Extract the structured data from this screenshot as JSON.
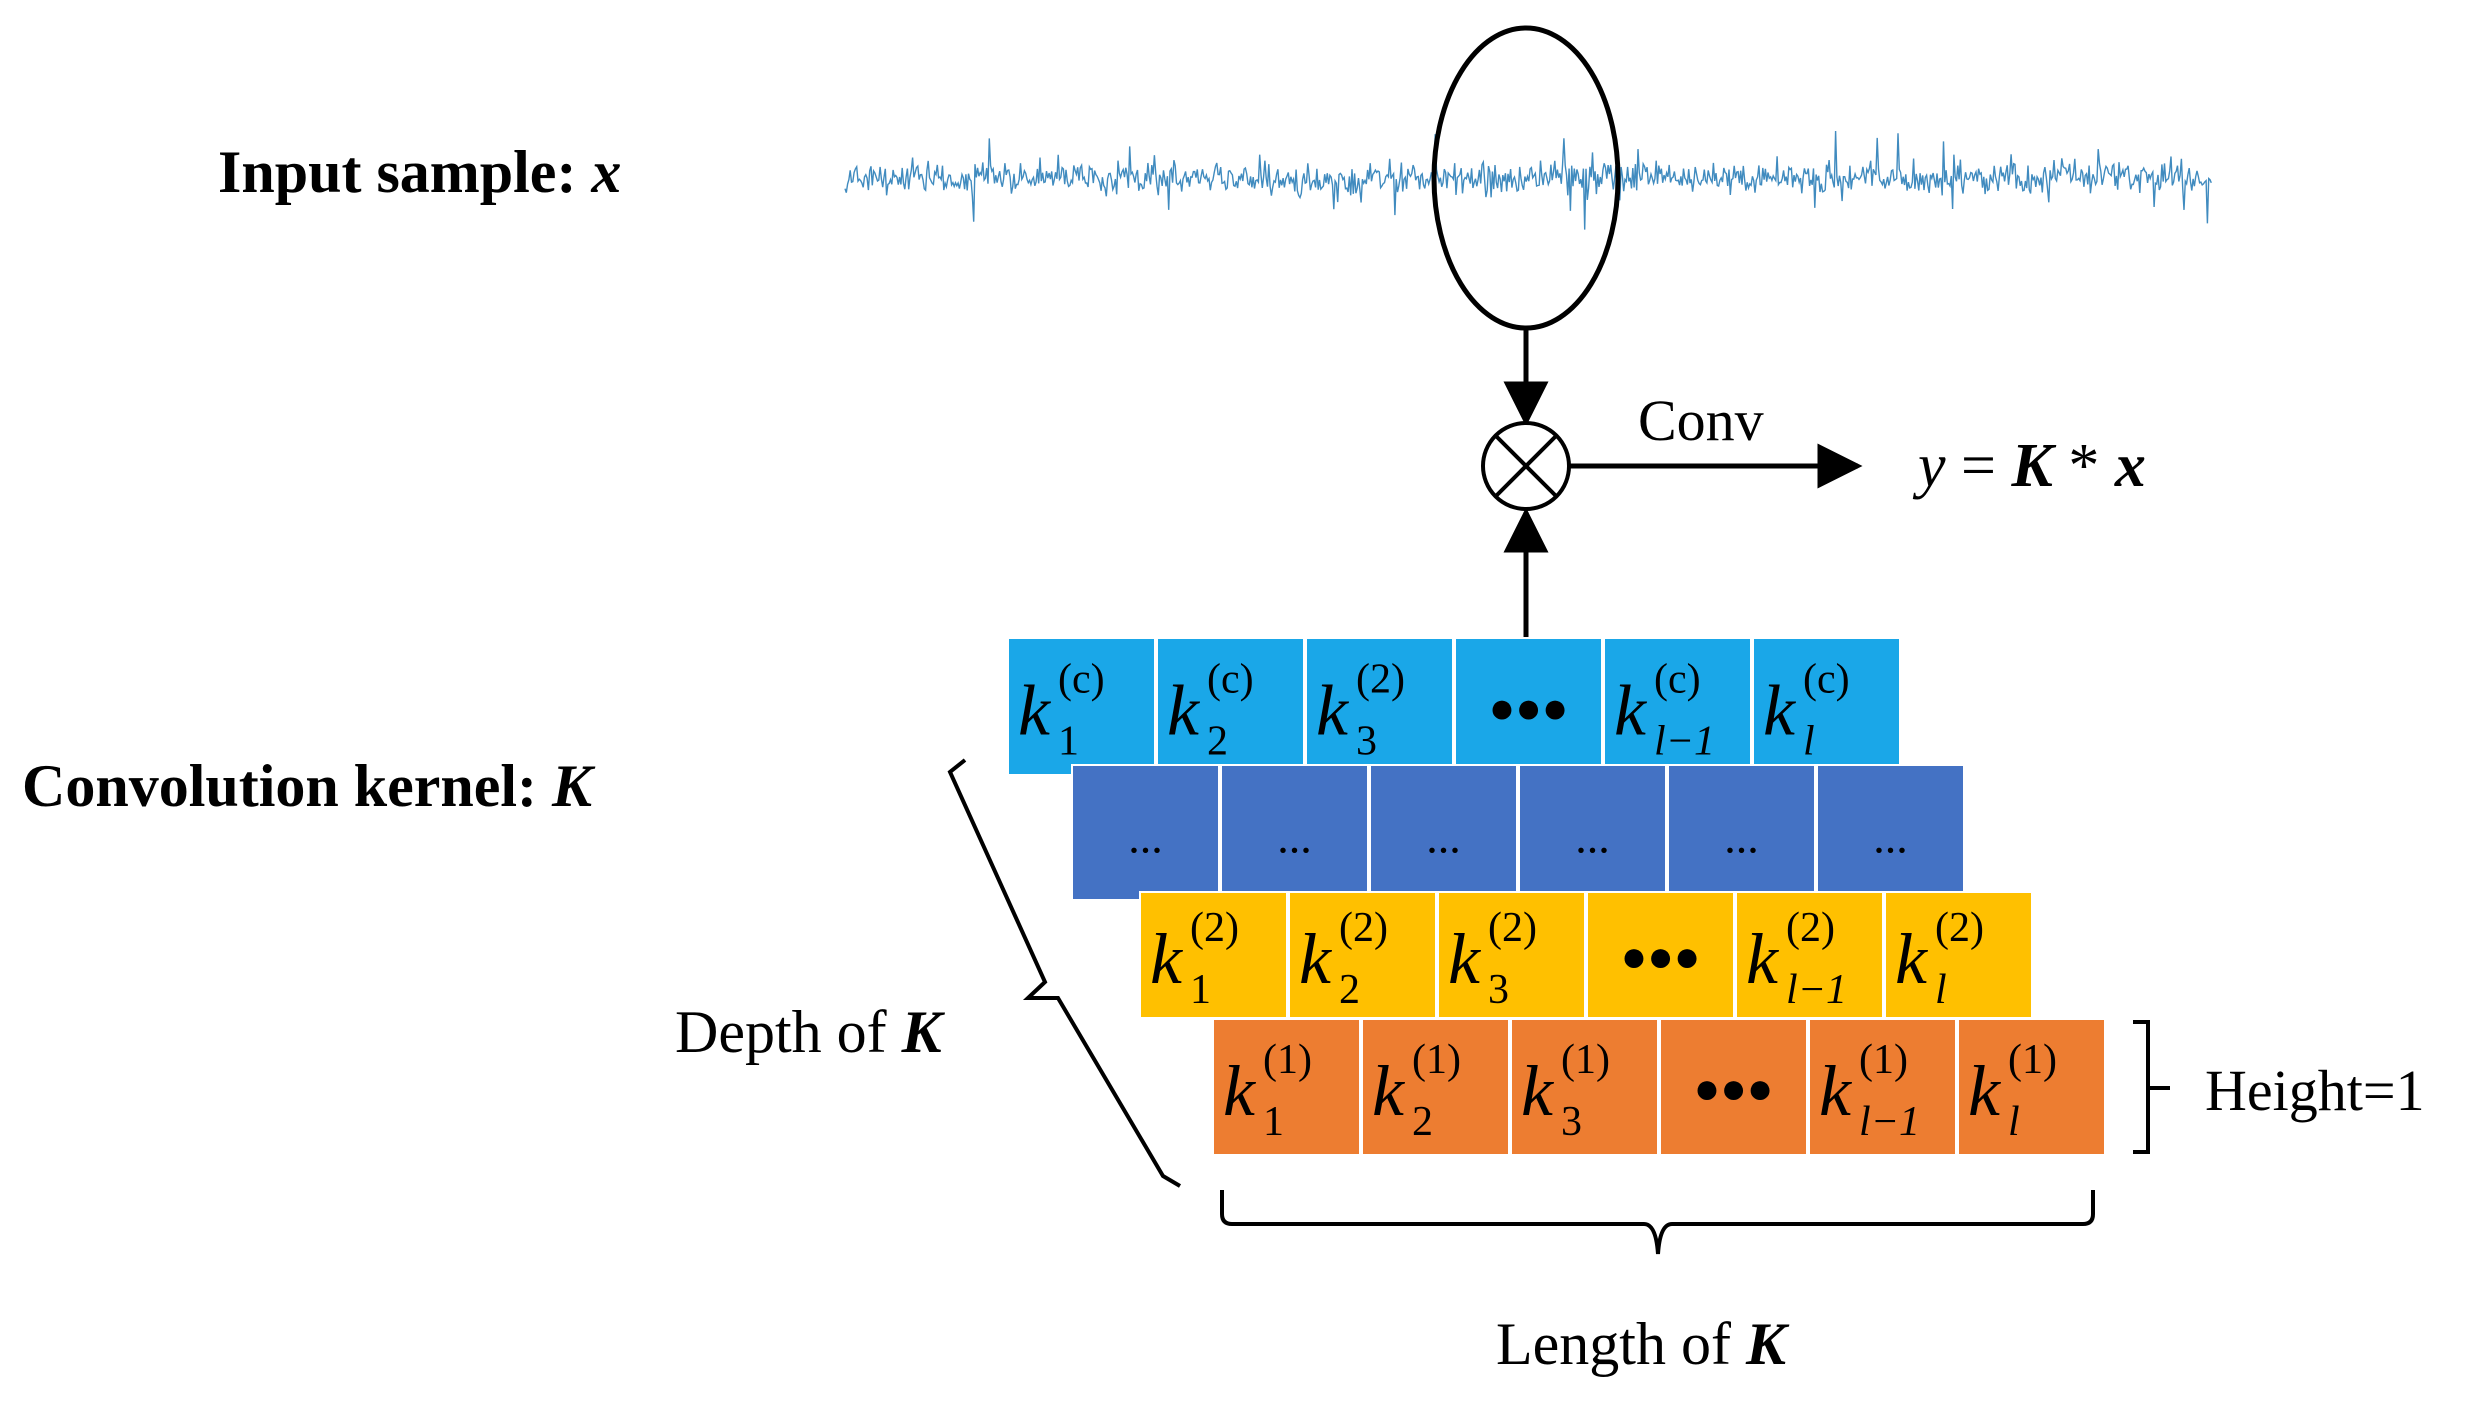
{
  "labels": {
    "input_sample": "Input sample: ",
    "input_var": "x",
    "conv_kernel": "Convolution kernel: ",
    "kernel_var": "K",
    "conv": "Conv",
    "output_y": "y",
    "output_eq": " = ",
    "output_K": "K",
    "output_star": " * ",
    "output_x": "x",
    "depth_prefix": "Depth of ",
    "depth_var": "K",
    "length_prefix": "Length of ",
    "length_var": "K",
    "height": "Height=1"
  },
  "kernel_layers": [
    {
      "name": "layer-c",
      "color": "#1aa7e8",
      "cells": [
        {
          "base": "k",
          "sub": "1",
          "sup": "(c)"
        },
        {
          "base": "k",
          "sub": "2",
          "sup": "(c)"
        },
        {
          "base": "k",
          "sub": "3",
          "sup": "(2)"
        },
        {
          "dots": "●●●"
        },
        {
          "base": "k",
          "sub": "l−1",
          "sup": "(c)"
        },
        {
          "base": "k",
          "sub": "l",
          "sup": "(c)"
        }
      ]
    },
    {
      "name": "layer-mid",
      "color": "#4472c4",
      "cells": [
        {
          "ellipsis": "..."
        },
        {
          "ellipsis": "..."
        },
        {
          "ellipsis": "..."
        },
        {
          "ellipsis": "..."
        },
        {
          "ellipsis": "..."
        },
        {
          "ellipsis": "..."
        }
      ]
    },
    {
      "name": "layer-2",
      "color": "#ffc000",
      "cells": [
        {
          "base": "k",
          "sub": "1",
          "sup": "(2)"
        },
        {
          "base": "k",
          "sub": "2",
          "sup": "(2)"
        },
        {
          "base": "k",
          "sub": "3",
          "sup": "(2)"
        },
        {
          "dots": "●●●"
        },
        {
          "base": "k",
          "sub": "l−1",
          "sup": "(2)"
        },
        {
          "base": "k",
          "sub": "l",
          "sup": "(2)"
        }
      ]
    },
    {
      "name": "layer-1",
      "color": "#ed7d31",
      "cells": [
        {
          "base": "k",
          "sub": "1",
          "sup": "(1)"
        },
        {
          "base": "k",
          "sub": "2",
          "sup": "(1)"
        },
        {
          "base": "k",
          "sub": "3",
          "sup": "(1)"
        },
        {
          "dots": "●●●"
        },
        {
          "base": "k",
          "sub": "l−1",
          "sup": "(1)"
        },
        {
          "base": "k",
          "sub": "l",
          "sup": "(1)"
        }
      ]
    }
  ],
  "colors": {
    "signal": "#1f77b4",
    "stroke": "#000000"
  }
}
